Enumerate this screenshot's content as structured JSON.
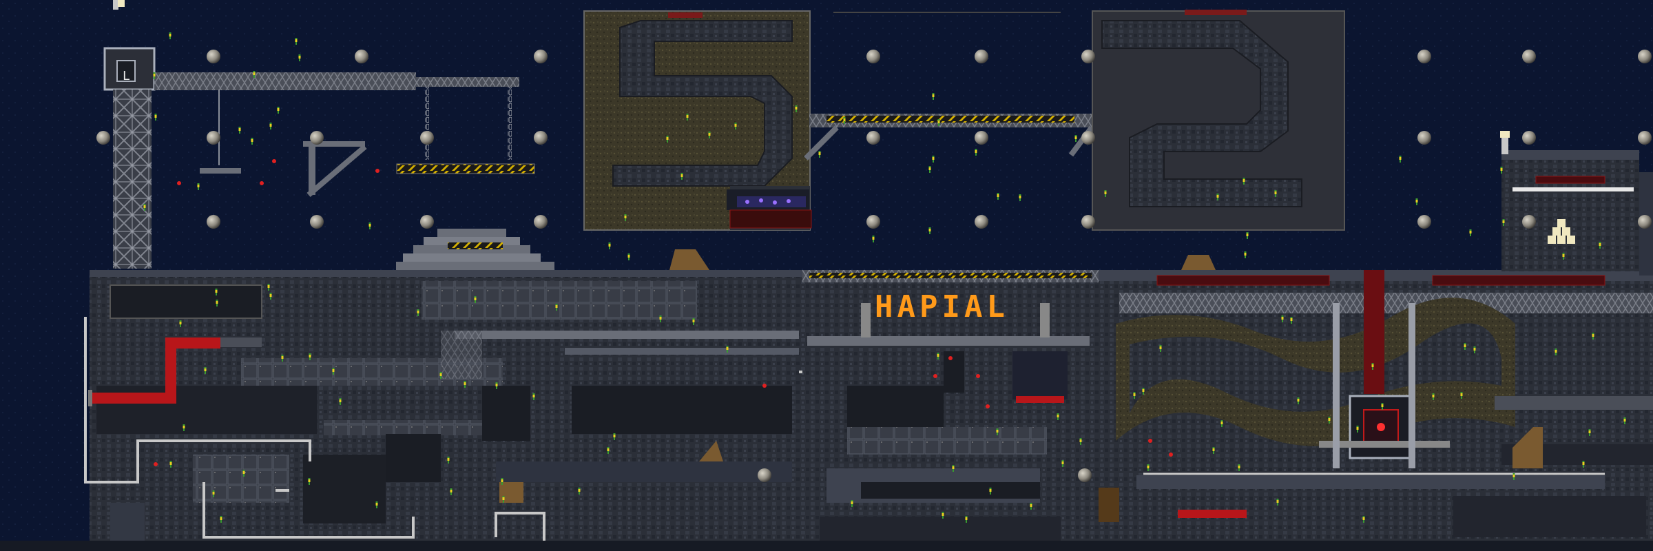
{
  "level": {
    "sign_text": "HAPIAL",
    "sign_color": "#ff9a1a",
    "backdrop_color": "#0b1530",
    "block_color": "#2a2f3a",
    "girder_color": "#6a6e78",
    "pipe_red": "#c21a1a",
    "pipe_silver": "#c8c8c8",
    "hazard_yellow": "#d4b000",
    "lemming_color": "#e8d020"
  },
  "billboards": [
    {
      "id": "billboard-left",
      "digit": "5"
    },
    {
      "id": "billboard-right",
      "digit": "2"
    }
  ],
  "icons": {
    "lemming": "lemming-icon",
    "spike_ball": "spike-ball-icon",
    "crane": "crane-icon",
    "lamp": "lamp-icon",
    "hazard_stripe": "hazard-stripe-icon"
  }
}
